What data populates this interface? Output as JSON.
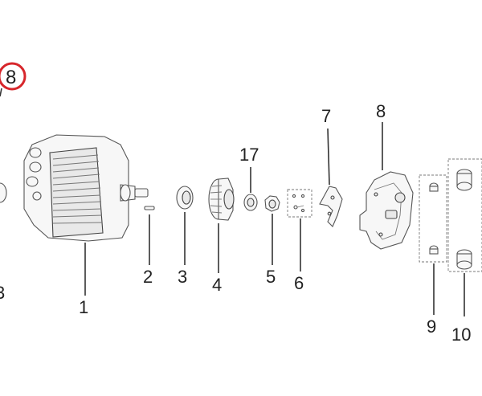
{
  "callout": {
    "label": "8",
    "color": "#d7262b"
  },
  "labels": {
    "l1": "1",
    "l2": "2",
    "l3": "3",
    "l4": "4",
    "l5": "5",
    "l6": "6",
    "l7": "7",
    "l8": "8",
    "l9": "9",
    "l10": "10",
    "l17": "17",
    "l_edge": "3"
  }
}
